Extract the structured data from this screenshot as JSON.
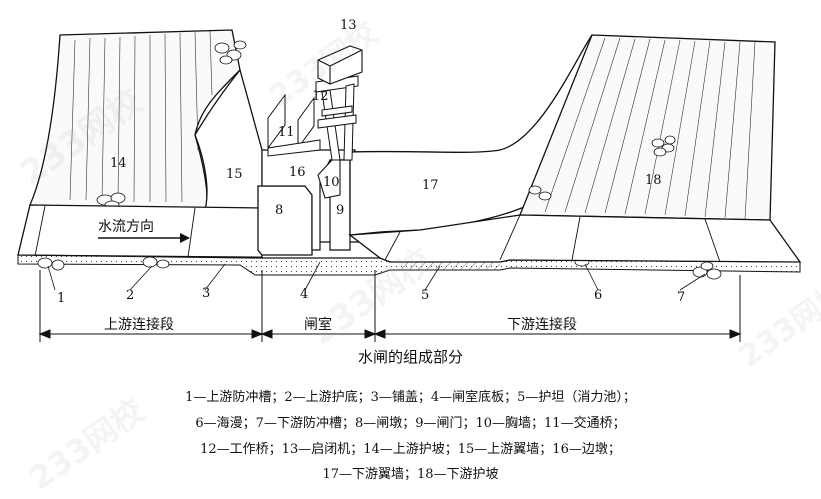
{
  "watermark": "233网校",
  "labels": {
    "n1": "1",
    "n2": "2",
    "n3": "3",
    "n4": "4",
    "n5": "5",
    "n6": "6",
    "n7": "7",
    "n8": "8",
    "n9": "9",
    "n10": "10",
    "n11": "11",
    "n12": "12",
    "n13": "13",
    "n14": "14",
    "n15": "15",
    "n16": "16",
    "n17": "17",
    "n18": "18"
  },
  "flow_label": "水流方向",
  "sections": {
    "upstream": "上游连接段",
    "chamber": "闸室",
    "downstream": "下游连接段"
  },
  "caption": {
    "title": "水闸的组成部分",
    "line1": "1—上游防冲槽；2—上游护底；3—铺盖；4—闸室底板；5—护坦（消力池）；",
    "line2": "6—海漫；7—下游防冲槽；8—闸墩；9—闸门；10—胸墙；11—交通桥；",
    "line3": "12—工作桥；13—启闭机；14—上游护坡；15—上游翼墙；16—边墩；",
    "line4": "17—下游翼墙；18—下游护坡"
  }
}
